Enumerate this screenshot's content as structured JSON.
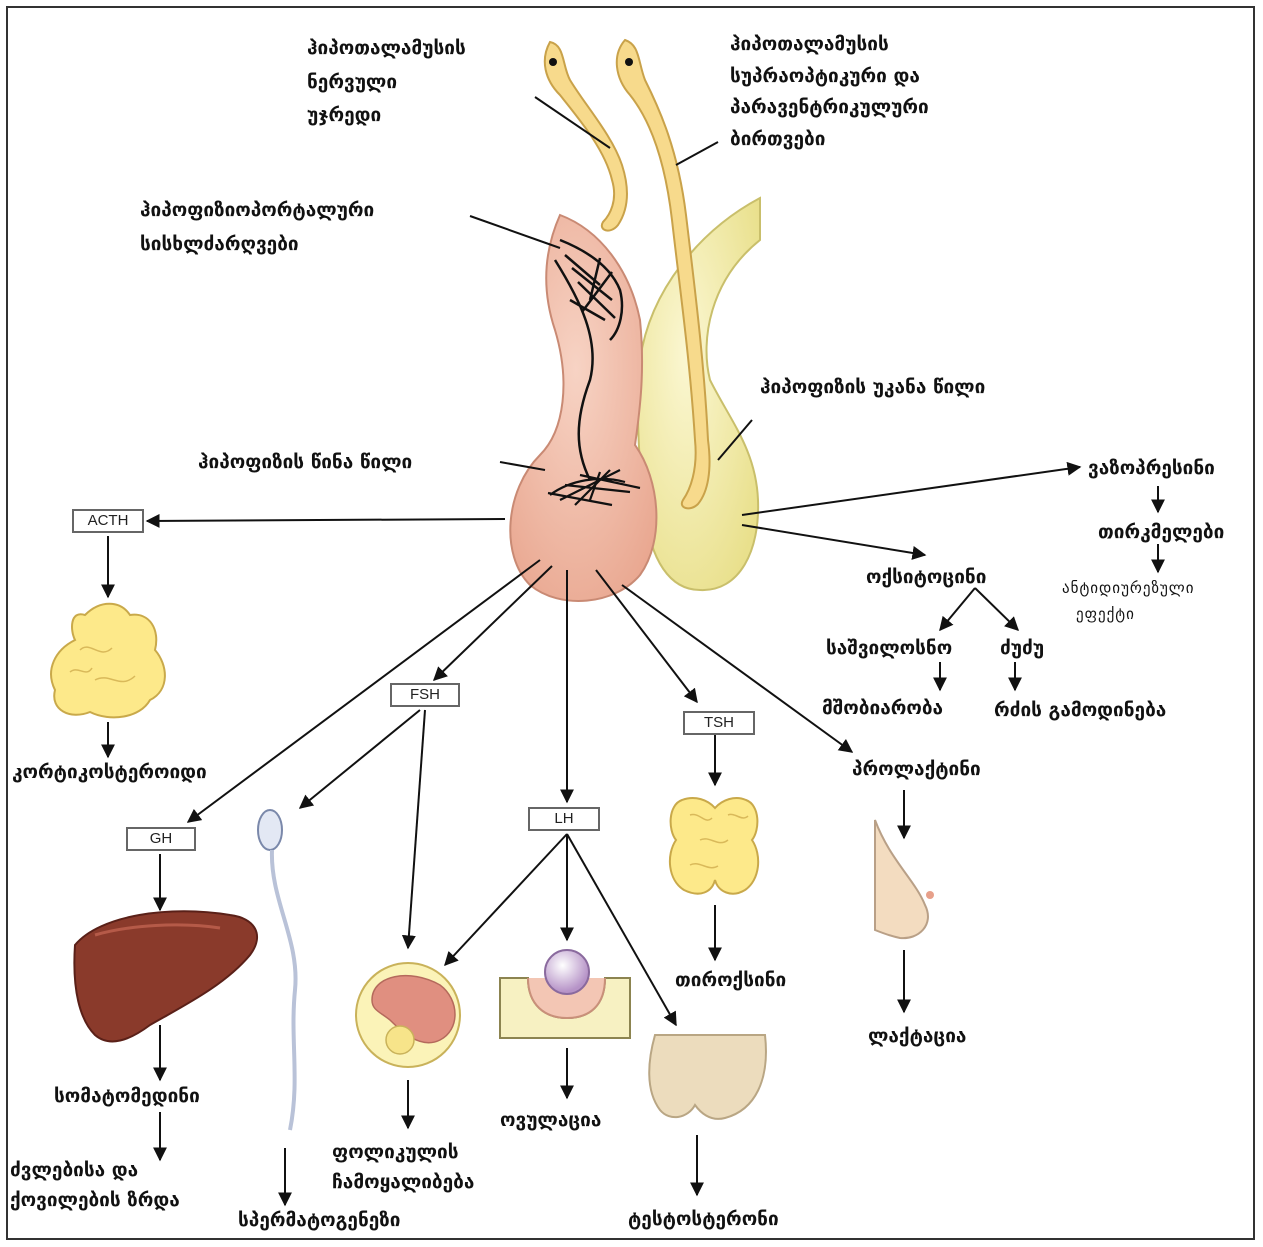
{
  "labels": {
    "hypothalamic_nerve_cell": [
      "ჰიპოთალამუსის",
      "ნერვული",
      "უჯრედი"
    ],
    "hypothalamic_nuclei": [
      "ჰიპოთალამუსის",
      "სუპრაოპტიკური და",
      "პარავენტრიკულური",
      "ბირთვები"
    ],
    "portal_vessels": [
      "ჰიპოფიზიოპორტალური",
      "სისხლძარღვები"
    ],
    "posterior_lobe": "ჰიპოფიზის უკანა წილი",
    "anterior_lobe": "ჰიპოფიზის წინა წილი",
    "vasopressin": "ვაზოპრესინი",
    "kidneys": "თირკმელები",
    "antidiuretic": [
      "ანტიდიურეზული",
      "ეფექტი"
    ],
    "oxytocin": "ოქსიტოცინი",
    "uterus": "საშვილოსნო",
    "breast": "ძუძუ",
    "childbirth": "მშობიარობა",
    "milk_ejection": "რძის გამოდინება",
    "corticosteroids": "კორტიკოსტეროიდი",
    "prolactin": "პროლაქტინი",
    "thyroxine": "თიროქსინი",
    "lactation": "ლაქტაცია",
    "somatomedin": "სომატომედინი",
    "bone_growth": [
      "ძვლებისა და",
      "ქოვილების ზრდა"
    ],
    "spermatogenesis": "სპერმატოგენეზი",
    "follicle_formation": [
      "ფოლიკულის",
      "ჩამოყალიბება"
    ],
    "ovulation": "ოვულაცია",
    "testosterone": "ტესტოსტერონი"
  },
  "hormones": {
    "acth": "ACTH",
    "fsh": "FSH",
    "tsh": "TSH",
    "gh": "GH",
    "lh": "LH"
  },
  "colors": {
    "anterior": "#f0b9a4",
    "posterior": "#f4efb0",
    "neuron": "#f7da8c",
    "adrenal": "#fde98a",
    "liver": "#8a3a2b",
    "skin": "#f3dcc0",
    "frame": "#333333"
  }
}
